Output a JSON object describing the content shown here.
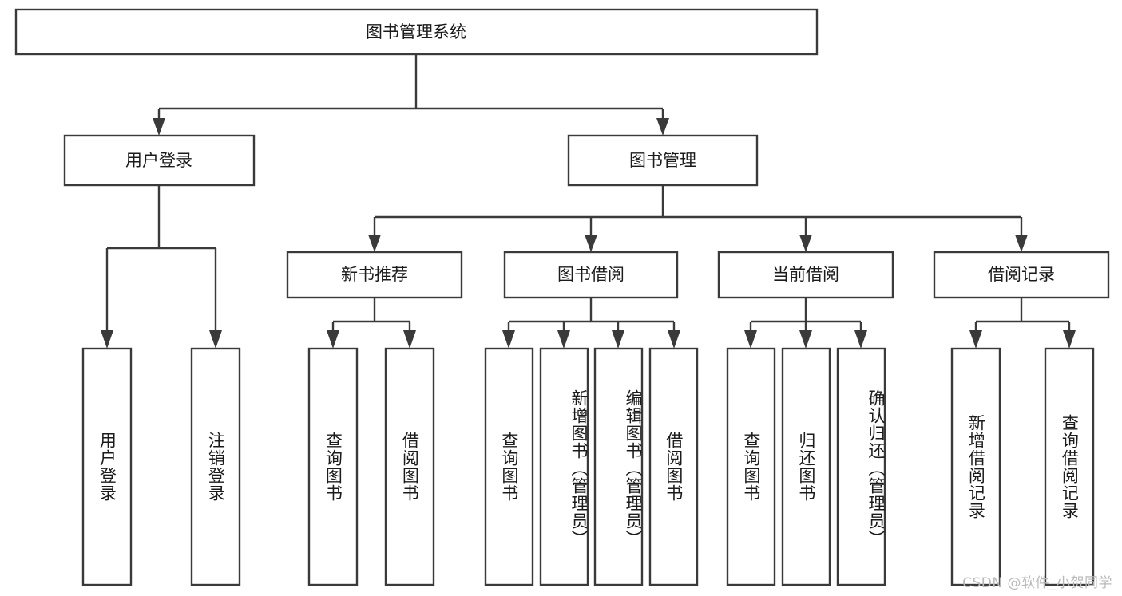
{
  "diagram": {
    "title": "图书管理系统",
    "watermark": "CSDN @软件_小贺同学",
    "colors": {
      "stroke": "#3a3a3a",
      "fill": "#ffffff",
      "text": "#1b1b1b",
      "watermark": "#b9b9b9",
      "background": "#ffffff"
    },
    "root": {
      "label": "图书管理系统"
    },
    "level2": [
      {
        "label": "用户登录"
      },
      {
        "label": "图书管理"
      }
    ],
    "level3": [
      {
        "label": "新书推荐"
      },
      {
        "label": "图书借阅"
      },
      {
        "label": "当前借阅"
      },
      {
        "label": "借阅记录"
      }
    ],
    "leaves": {
      "user_login": [
        {
          "label": "用户登录"
        },
        {
          "label": "注销登录"
        }
      ],
      "new_book_recommend": [
        {
          "label": "查询图书"
        },
        {
          "label": "借阅图书"
        }
      ],
      "book_borrow": [
        {
          "label": "查询图书"
        },
        {
          "label": "新增图书（管理员）"
        },
        {
          "label": "编辑图书（管理员）"
        },
        {
          "label": "借阅图书"
        }
      ],
      "current_borrow": [
        {
          "label": "查询图书"
        },
        {
          "label": "归还图书"
        },
        {
          "label": "确认归还（管理员）"
        }
      ],
      "borrow_record": [
        {
          "label": "新增借阅记录"
        },
        {
          "label": "查询借阅记录"
        }
      ]
    }
  }
}
